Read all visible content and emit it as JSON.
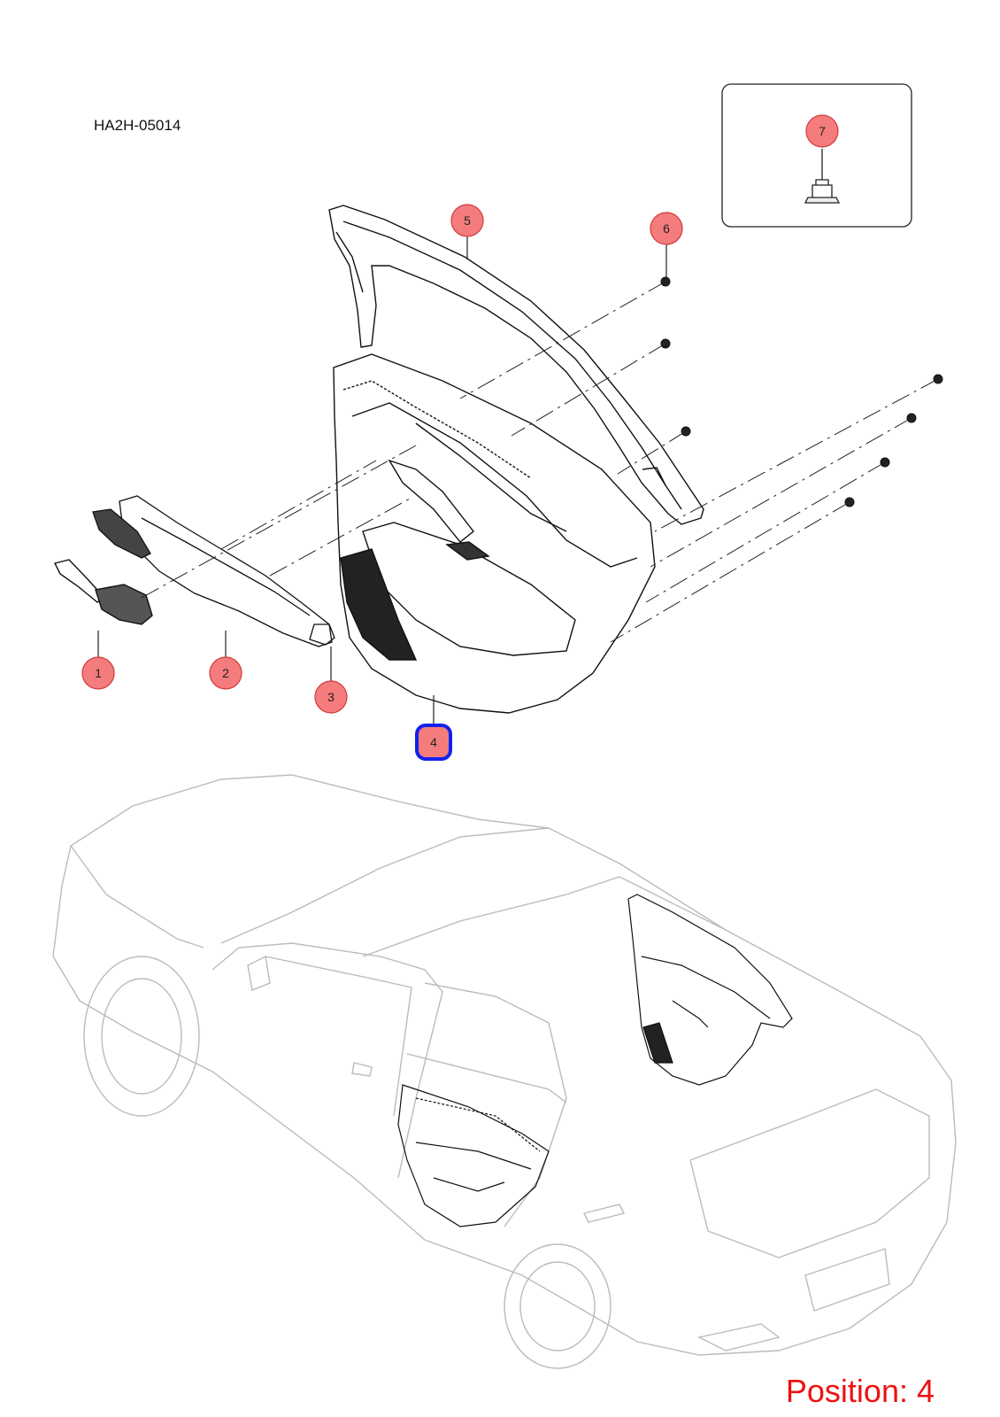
{
  "diagram_code": "HA2H-05014",
  "position_label": "Position: 4",
  "selected_callout": "4",
  "colors": {
    "callout_fill": "#f47c7c",
    "callout_stroke": "#d23a3a",
    "highlight": "#1122ee",
    "position_text": "#ee1111",
    "car_outline": "#bbbbbb"
  },
  "callouts": [
    {
      "id": "1",
      "label": "1"
    },
    {
      "id": "2",
      "label": "2"
    },
    {
      "id": "3",
      "label": "3"
    },
    {
      "id": "4",
      "label": "4"
    },
    {
      "id": "5",
      "label": "5"
    },
    {
      "id": "6",
      "label": "6"
    },
    {
      "id": "7",
      "label": "7"
    }
  ]
}
